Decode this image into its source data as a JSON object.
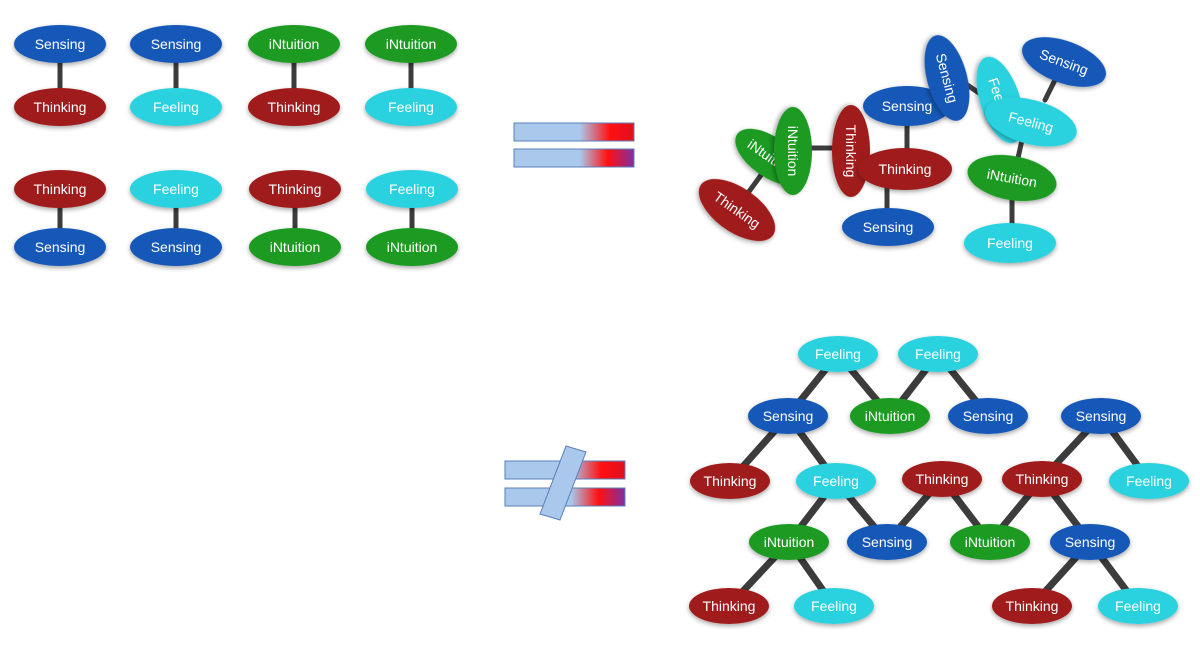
{
  "colors": {
    "sensing": "#1558b8",
    "thinking": "#a01c1c",
    "intuition": "#1e9a24",
    "feeling": "#2ad2e0",
    "connector": "#3c3c3c",
    "bar_fill": "#a9c8ec",
    "bar_accent": "#ff1010"
  },
  "legend_pairs": [
    {
      "top": {
        "label": "Sensing",
        "kind": "sensing"
      },
      "bottom": {
        "label": "Thinking",
        "kind": "thinking"
      }
    },
    {
      "top": {
        "label": "Sensing",
        "kind": "sensing"
      },
      "bottom": {
        "label": "Feeling",
        "kind": "feeling"
      }
    },
    {
      "top": {
        "label": "iNtuition",
        "kind": "intuition"
      },
      "bottom": {
        "label": "Thinking",
        "kind": "thinking"
      }
    },
    {
      "top": {
        "label": "iNtuition",
        "kind": "intuition"
      },
      "bottom": {
        "label": "Feeling",
        "kind": "feeling"
      }
    },
    {
      "top": {
        "label": "Thinking",
        "kind": "thinking"
      },
      "bottom": {
        "label": "Sensing",
        "kind": "sensing"
      }
    },
    {
      "top": {
        "label": "Feeling",
        "kind": "feeling"
      },
      "bottom": {
        "label": "Sensing",
        "kind": "sensing"
      }
    },
    {
      "top": {
        "label": "Thinking",
        "kind": "thinking"
      },
      "bottom": {
        "label": "iNtuition",
        "kind": "intuition"
      }
    },
    {
      "top": {
        "label": "Feeling",
        "kind": "feeling"
      },
      "bottom": {
        "label": "iNtuition",
        "kind": "intuition"
      }
    }
  ],
  "jumble_nodes": [
    {
      "label": "Thinking",
      "kind": "thinking"
    },
    {
      "label": "iNtuition",
      "kind": "intuition"
    },
    {
      "label": "iNtuition",
      "kind": "intuition"
    },
    {
      "label": "Thinking",
      "kind": "thinking"
    },
    {
      "label": "Sensing",
      "kind": "sensing"
    },
    {
      "label": "Thinking",
      "kind": "thinking"
    },
    {
      "label": "Sensing",
      "kind": "sensing"
    },
    {
      "label": "Sensing",
      "kind": "sensing"
    },
    {
      "label": "Feeling",
      "kind": "feeling"
    },
    {
      "label": "Sensing",
      "kind": "sensing"
    },
    {
      "label": "Feeling",
      "kind": "feeling"
    },
    {
      "label": "iNtuition",
      "kind": "intuition"
    },
    {
      "label": "Feeling",
      "kind": "feeling"
    }
  ],
  "network_nodes": [
    {
      "label": "Feeling",
      "kind": "feeling"
    },
    {
      "label": "Feeling",
      "kind": "feeling"
    },
    {
      "label": "Sensing",
      "kind": "sensing"
    },
    {
      "label": "iNtuition",
      "kind": "intuition"
    },
    {
      "label": "Sensing",
      "kind": "sensing"
    },
    {
      "label": "Sensing",
      "kind": "sensing"
    },
    {
      "label": "Thinking",
      "kind": "thinking"
    },
    {
      "label": "Feeling",
      "kind": "feeling"
    },
    {
      "label": "Thinking",
      "kind": "thinking"
    },
    {
      "label": "Thinking",
      "kind": "thinking"
    },
    {
      "label": "Feeling",
      "kind": "feeling"
    },
    {
      "label": "iNtuition",
      "kind": "intuition"
    },
    {
      "label": "Sensing",
      "kind": "sensing"
    },
    {
      "label": "iNtuition",
      "kind": "intuition"
    },
    {
      "label": "Sensing",
      "kind": "sensing"
    },
    {
      "label": "Thinking",
      "kind": "thinking"
    },
    {
      "label": "Feeling",
      "kind": "feeling"
    },
    {
      "label": "Thinking",
      "kind": "thinking"
    },
    {
      "label": "Feeling",
      "kind": "feeling"
    }
  ],
  "network_edges": [
    [
      0,
      2
    ],
    [
      0,
      3
    ],
    [
      1,
      3
    ],
    [
      1,
      4
    ],
    [
      2,
      6
    ],
    [
      2,
      7
    ],
    [
      7,
      11
    ],
    [
      7,
      12
    ],
    [
      5,
      9
    ],
    [
      5,
      10
    ],
    [
      8,
      12
    ],
    [
      8,
      13
    ],
    [
      9,
      13
    ],
    [
      9,
      14
    ],
    [
      11,
      15
    ],
    [
      11,
      16
    ],
    [
      14,
      17
    ],
    [
      14,
      18
    ]
  ]
}
